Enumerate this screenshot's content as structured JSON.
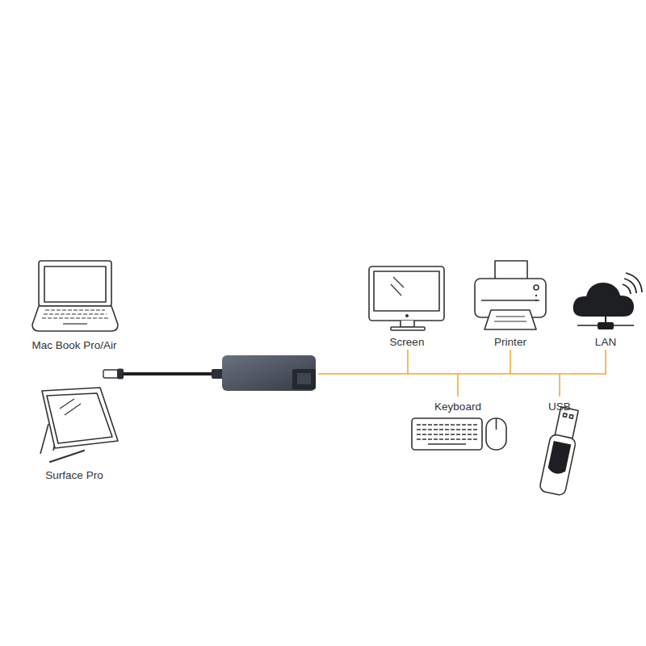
{
  "diagram": {
    "labels": [
      "Mac Book Pro/Air",
      "Surface Pro",
      "Screen",
      "Printer",
      "LAN",
      "Keyboard",
      "USB"
    ]
  }
}
